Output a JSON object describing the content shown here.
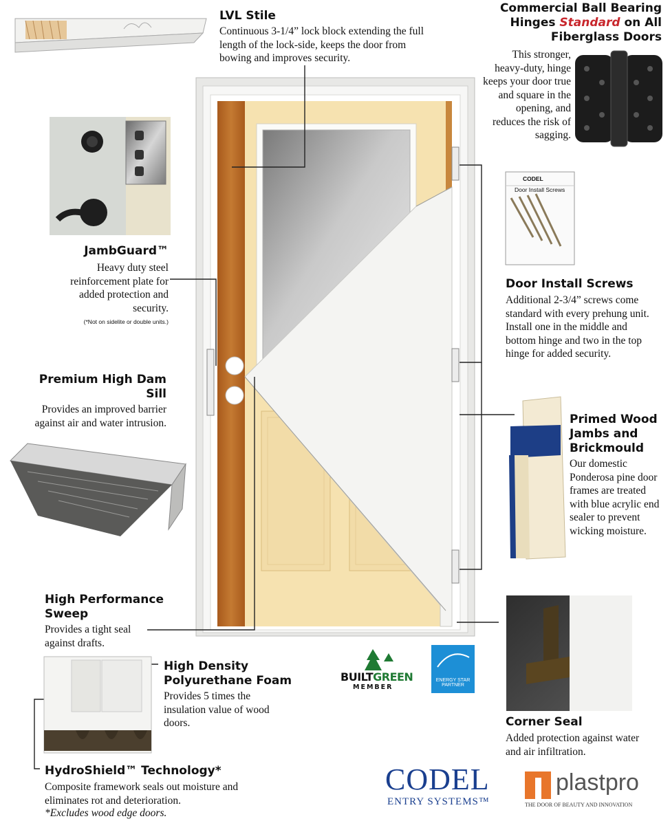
{
  "lvl": {
    "title": "LVL Stile",
    "body": "Continuous 3-1/4” lock block extending the full length of the lock-side, keeps the door from bowing and improves security."
  },
  "hinges": {
    "title_1": "Commercial Ball Bearing",
    "title_2a": "Hinges ",
    "title_2b": "Standard",
    "title_2c": " on All",
    "title_3": "Fiberglass Doors",
    "body": "This stronger, heavy-duty, hinge keeps your door true and square in the opening, and reduces the risk of sagging."
  },
  "jamb": {
    "title": "JambGuard™",
    "body": "Heavy duty steel reinforcement plate for added protection and security.",
    "note": "(*Not on sidelite or double units.)"
  },
  "screws": {
    "title": "Door Install Screws",
    "body": "Additional 2-3/4” screws come standard with every prehung unit. Install one in the middle and bottom hinge and two in the top hinge for added security.",
    "card_brand": "CODEL",
    "card_title": "Door Install Screws"
  },
  "sill": {
    "title": "Premium High Dam Sill",
    "body": "Provides an improved barrier against air and water intrusion."
  },
  "primed": {
    "title": "Primed Wood Jambs and Brickmould",
    "body": "Our domestic Ponderosa pine door frames are treated with blue acrylic end sealer to prevent wicking moisture."
  },
  "sweep": {
    "title": "High Performance Sweep",
    "body": "Provides a tight seal against drafts."
  },
  "foam": {
    "title": "High Density Polyurethane Foam",
    "body": "Provides 5 times the insulation value of wood doors."
  },
  "corner": {
    "title": "Corner Seal",
    "body": "Added protection against water and air infiltration."
  },
  "hydro": {
    "title": "HydroShield™ Technology*",
    "body": "Composite framework seals out moisture and eliminates rot and deterioration.",
    "note": "*Excludes wood edge doors."
  },
  "logos": {
    "built": "BUILT",
    "green": "GREEN",
    "member": "MEMBER",
    "energy_1": "ENERGY STAR",
    "energy_2": "PARTNER",
    "codel": "CODEL",
    "codel_sub": "ENTRY SYSTEMS™",
    "plastpro": "plastpro",
    "plastpro_tag": "THE DOOR OF BEAUTY AND INNOVATION"
  },
  "colors": {
    "foam": "#f6e2b0",
    "stile": "#b86a24",
    "door_white": "#f4f4f2",
    "brand_blue": "#1a3f8f",
    "plastpro_orange": "#e8762b",
    "built_green": "#1f7a33",
    "energy_blue": "#1d8fd6",
    "accent_red": "#c8262c"
  }
}
